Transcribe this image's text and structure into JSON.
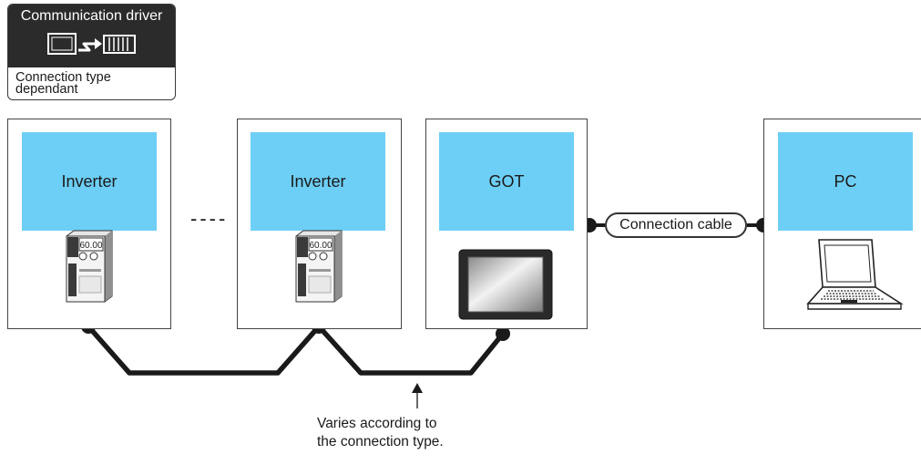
{
  "driver_badge": {
    "title": "Communication driver",
    "subtitle_line1": "Connection type",
    "subtitle_line2": "dependant"
  },
  "devices": [
    {
      "label": "Inverter",
      "icon": "inverter-icon"
    },
    {
      "label": "Inverter",
      "icon": "inverter-icon"
    },
    {
      "label": "GOT",
      "icon": "got-panel-icon"
    },
    {
      "label": "PC",
      "icon": "laptop-icon"
    }
  ],
  "ellipsis": "----",
  "cable": {
    "label": "Connection cable"
  },
  "note": {
    "line1": "Varies according to",
    "line2": "the connection type."
  },
  "colors": {
    "device_fill": "#6dcff6",
    "line": "#333333",
    "wire": "#1a1a1a"
  }
}
